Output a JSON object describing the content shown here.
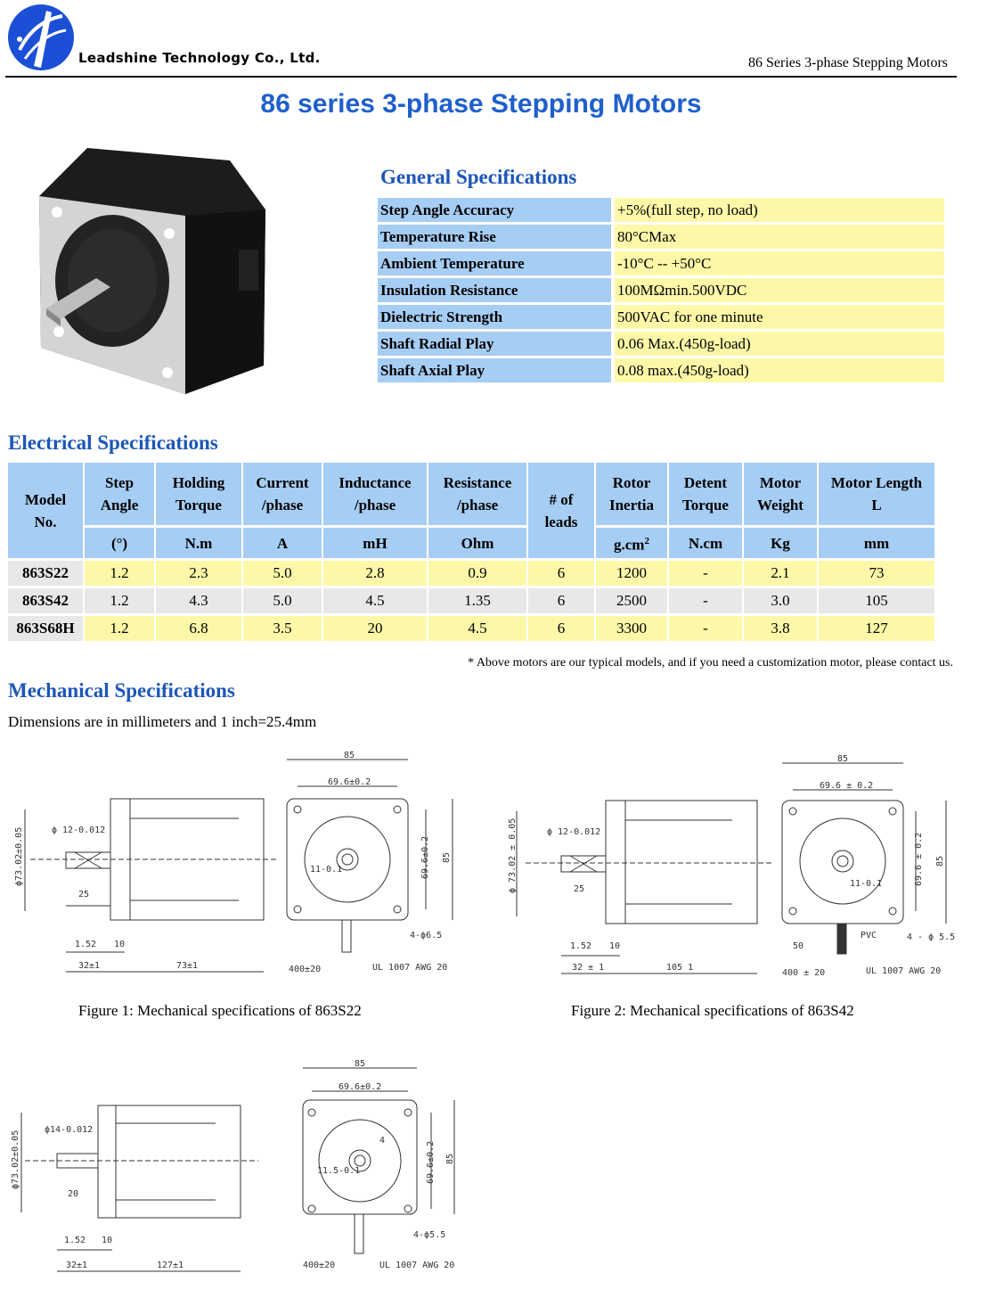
{
  "header": {
    "company": "Leadshine Technology Co., Ltd.",
    "series_label": "86 Series 3-phase Stepping Motors"
  },
  "title": "86 series 3-phase Stepping Motors",
  "general": {
    "title": "General Specifications",
    "rows": [
      {
        "k": "Step Angle Accuracy",
        "v": "+5%(full step, no load)"
      },
      {
        "k": "Temperature Rise",
        "v": "80°CMax"
      },
      {
        "k": "Ambient Temperature",
        "v": "-10°C -- +50°C"
      },
      {
        "k": "Insulation Resistance",
        "v": "100MΩmin.500VDC"
      },
      {
        "k": "Dielectric Strength",
        "v": "500VAC for one minute"
      },
      {
        "k": "Shaft Radial Play",
        "v": "0.06 Max.(450g-load)"
      },
      {
        "k": "Shaft Axial Play",
        "v": "0.08 max.(450g-load)"
      }
    ]
  },
  "electrical": {
    "title": "Electrical Specifications",
    "headers": {
      "model_1": "Model",
      "model_2": "No.",
      "step_1": "Step",
      "step_2": "Angle",
      "torque_1": "Holding",
      "torque_2": "Torque",
      "current_1": "Current",
      "current_2": "/phase",
      "induct_1": "Inductance",
      "induct_2": "/phase",
      "resist_1": "Resistance",
      "resist_2": "/phase",
      "leads_1": "# of",
      "leads_2": "leads",
      "inertia_1": "Rotor",
      "inertia_2": "Inertia",
      "detent_1": "Detent",
      "detent_2": "Torque",
      "weight_1": "Motor",
      "weight_2": "Weight",
      "length_1": "Motor Length",
      "length_2": "L"
    },
    "units": {
      "step": "(°)",
      "torque": "N.m",
      "current": "A",
      "induct": "mH",
      "resist": "Ohm",
      "inertia": "g.cm",
      "inertia_sup": "2",
      "detent": "N.cm",
      "weight": "Kg",
      "length": "mm"
    },
    "rows": [
      {
        "model": "863S22",
        "step": "1.2",
        "torque": "2.3",
        "current": "5.0",
        "induct": "2.8",
        "resist": "0.9",
        "leads": "6",
        "inertia": "1200",
        "detent": "-",
        "weight": "2.1",
        "length": "73"
      },
      {
        "model": "863S42",
        "step": "1.2",
        "torque": "4.3",
        "current": "5.0",
        "induct": "4.5",
        "resist": "1.35",
        "leads": "6",
        "inertia": "2500",
        "detent": "-",
        "weight": "3.0",
        "length": "105"
      },
      {
        "model": "863S68H",
        "step": "1.2",
        "torque": "6.8",
        "current": "3.5",
        "induct": "20",
        "resist": "4.5",
        "leads": "6",
        "inertia": "3300",
        "detent": "-",
        "weight": "3.8",
        "length": "127"
      }
    ],
    "note": "* Above motors are our typical models, and if you need a customization motor, please contact us."
  },
  "mechanical": {
    "title": "Mechanical Specifications",
    "note": "Dimensions are in millimeters and 1 inch=25.4mm",
    "fig1_caption": "Figure 1: Mechanical specifications of 863S22",
    "fig2_caption": "Figure 2: Mechanical specifications of 863S42",
    "fig1": {
      "w85": "85",
      "pitch": "69.6±0.2",
      "pitch_v": "69.6±0.2",
      "h85": "85",
      "dia": "ϕ73.02±0.05",
      "shaft": "ϕ 12-0.012",
      "flat": "11-0.1",
      "d25": "25",
      "d152": "1.52",
      "d10": "10",
      "d32": "32±1",
      "len": "73±1",
      "holes": "4-ϕ6.5",
      "lead": "400±20",
      "wire": "UL 1007 AWG 20"
    },
    "fig2": {
      "w85": "85",
      "pitch": "69.6 ± 0.2",
      "pitch_v": "69.6 ± 0.2",
      "h85": "85",
      "dia": "ϕ 73.02 ± 0.05",
      "shaft": "ϕ 12-0.012",
      "flat": "11-0.1",
      "d25": "25",
      "d152": "1.52",
      "d10": "10",
      "d32": "32 ± 1",
      "len": "105  1",
      "holes": "4 - ϕ 5.5",
      "lead": "400 ± 20",
      "wire": "UL 1007 AWG 20",
      "pvc": "PVC",
      "d50": "50"
    },
    "fig3": {
      "w85": "85",
      "pitch": "69.6±0.2",
      "pitch_v": "69.6±0.2",
      "h85": "85",
      "dia": "ϕ73.02±0.05",
      "shaft": "ϕ14-0.012",
      "flat": "11.5-0.1",
      "d4": "4",
      "d20": "20",
      "d152": "1.52",
      "d10": "10",
      "d32": "32±1",
      "len": "127±1",
      "holes": "4-ϕ5.5",
      "lead": "400±20",
      "wire": "UL 1007 AWG 20"
    }
  }
}
